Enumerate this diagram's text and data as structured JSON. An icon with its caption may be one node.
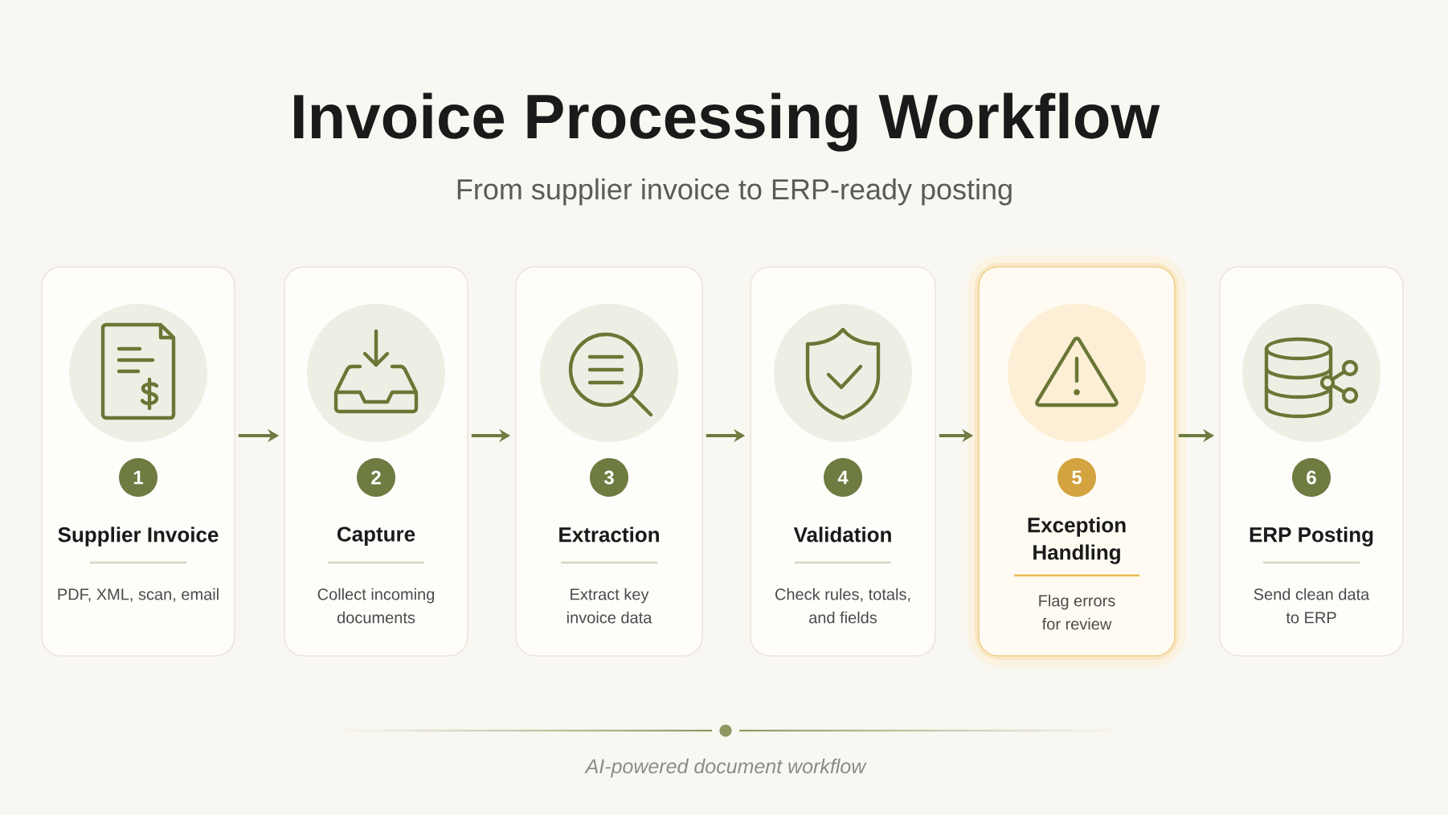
{
  "diagram": {
    "title": "Invoice Processing Workflow",
    "caption": "AI-powered document workflow",
    "nodes": [
      {
        "text": [
          "1",
          "Supplier Invoice",
          "PDF, XML, scan, email"
        ]
      },
      {
        "text": [
          "2",
          "Capture",
          "Collect incoming documents"
        ]
      },
      {
        "text": [
          "3",
          "Extraction",
          "Extract key invoice data"
        ]
      },
      {
        "text": [
          "4",
          "Validation",
          "Check rules, totals, and fields"
        ]
      },
      {
        "text": [
          "5",
          "Exception Handling",
          "Flag errors for review"
        ]
      },
      {
        "text": [
          "6",
          "ERP Posting",
          "Send clean data to ERP"
        ]
      }
    ],
    "edges": [
      {
        "from": 0,
        "to": 1,
        "arrow": "to"
      },
      {
        "from": 1,
        "to": 2,
        "arrow": "to"
      },
      {
        "from": 2,
        "to": 3,
        "arrow": "to"
      },
      {
        "from": 3,
        "to": 4,
        "arrow": "to"
      },
      {
        "from": 4,
        "to": 5,
        "arrow": "to"
      }
    ],
    "labels": [
      "From supplier invoice to ERP-ready posting"
    ]
  }
}
